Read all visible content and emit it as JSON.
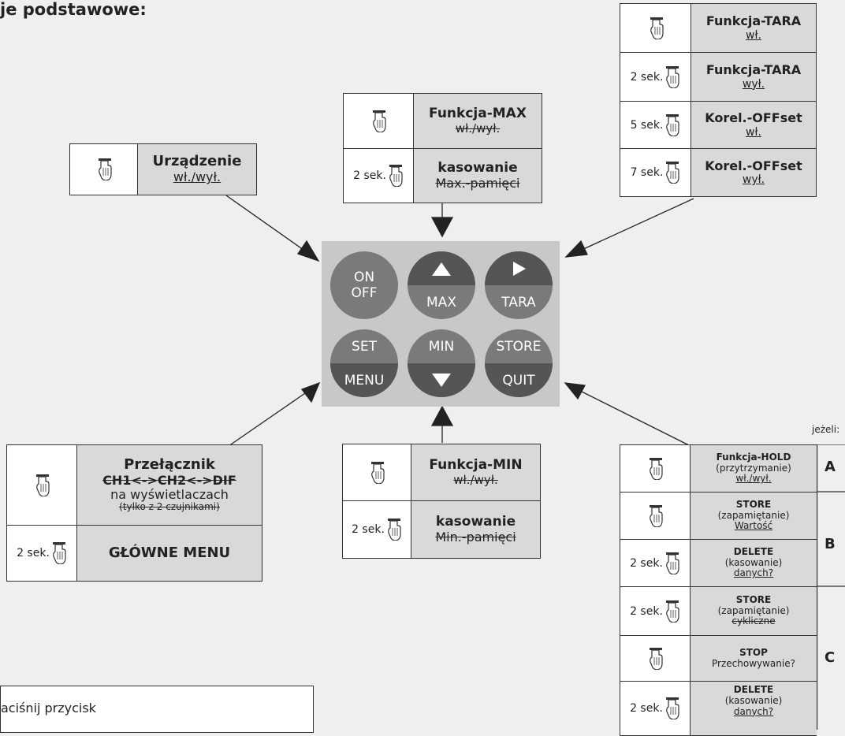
{
  "title": "je podstawowe:",
  "note_if": "jeżeli:",
  "bottom_text": "aciśnij przycisk",
  "buttons": {
    "on_top": "ON",
    "on_bot": "OFF",
    "max_bot": "MAX",
    "tara_bot": "TARA",
    "set_top": "SET",
    "set_bot": "MENU",
    "min_top": "MIN",
    "store_top": "STORE",
    "store_bot": "QUIT"
  },
  "device": {
    "line1": "Urządzenie",
    "line2": "wł./wył."
  },
  "max": {
    "r1_l1": "Funkcja-MAX",
    "r1_l2": "wł./wył.",
    "r2_pre": "2 sek.",
    "r2_l1": "kasowanie",
    "r2_l2": "Max.-pamięci"
  },
  "tara": {
    "r1_l1": "Funkcja-TARA",
    "r1_l2": "wł.",
    "r2_pre": "2 sek.",
    "r2_l1": "Funkcja-TARA",
    "r2_l2": "wył.",
    "r3_pre": "5 sek.",
    "r3_l1": "Korel.-OFFset",
    "r3_l2": "wł.",
    "r4_pre": "7 sek.",
    "r4_l1": "Korel.-OFFset",
    "r4_l2": "wył."
  },
  "set": {
    "r1_l1": "Przełącznik",
    "r1_l2": "CH1<->CH2<->DIF",
    "r1_l3": "na wyświetlaczach",
    "r1_l4": "(tylko z 2 czujnikami)",
    "r2_pre": "2 sek.",
    "r2_l1": "GŁÓWNE MENU"
  },
  "min": {
    "r1_l1": "Funkcja-MIN",
    "r1_l2": "wł./wył.",
    "r2_pre": "2 sek.",
    "r2_l1": "kasowanie",
    "r2_l2": "Min.-pamięci"
  },
  "store": {
    "r1_l1": "Funkcja-HOLD",
    "r1_l2": "(przytrzymanie)",
    "r1_l3": "wł./wył.",
    "r2_l1": "STORE",
    "r2_l2": "(zapamiętanie)",
    "r2_l3": "Wartość",
    "r3_pre": "2 sek.",
    "r3_l1": "DELETE",
    "r3_l2": "(kasowanie)",
    "r3_l3": "danych?",
    "r4_pre": "2 sek.",
    "r4_l1": "STORE",
    "r4_l2": "(zapamiętanie)",
    "r4_l3": "cykliczne",
    "r5_l1": "STOP",
    "r5_l2": "Przechowywanie?",
    "r6_pre": "2 sek.",
    "r6_l1": "DELETE",
    "r6_l2": "(kasowanie)",
    "r6_l3": "danych?",
    "side_a": "A",
    "side_b": "B",
    "side_c": "C"
  },
  "colors": {
    "panel": "#c8c8c8",
    "button": "#7a7a7a",
    "button_dark": "#555555",
    "cell": "#d9d9d9"
  }
}
